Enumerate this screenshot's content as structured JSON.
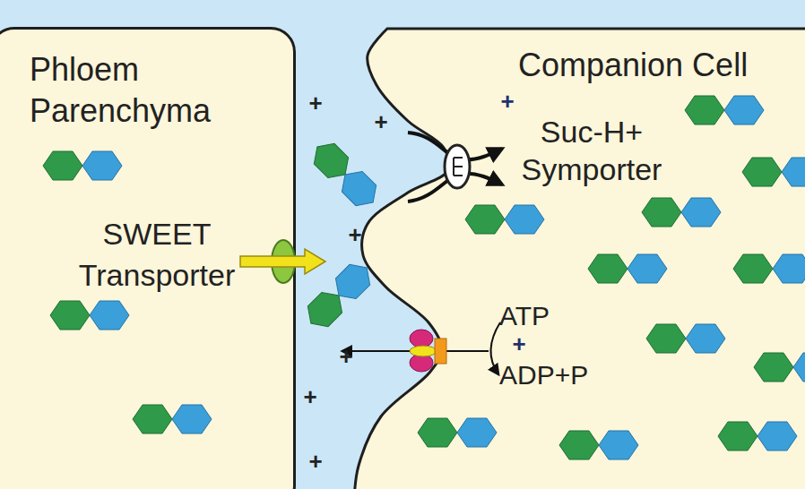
{
  "diagram": {
    "nodes": [
      {
        "text": [
          "Phloem Parenchyma"
        ]
      },
      {
        "text": [
          "SWEET Transporter"
        ],
        "in": 0
      },
      {
        "text": [
          "Companion Cell"
        ]
      },
      {
        "text": [
          "Suc-H+ Symporter"
        ],
        "in": 2
      }
    ],
    "labels": [
      "+",
      "+",
      "+",
      "+",
      "ATP",
      "+",
      "+",
      "ADP+P",
      "+",
      "+"
    ]
  }
}
